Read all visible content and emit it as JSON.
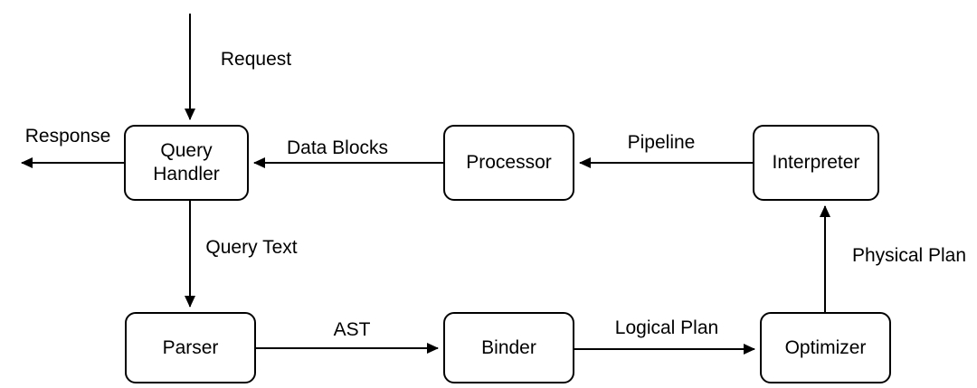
{
  "diagram": {
    "type": "flow-diagram",
    "colors": {
      "background": "#ffffff",
      "node_fill": "#ffffff",
      "node_stroke": "#000000",
      "text": "#000000",
      "arrow": "#000000"
    },
    "nodes": [
      {
        "id": "query-handler",
        "label": "Query Handler"
      },
      {
        "id": "processor",
        "label": "Processor"
      },
      {
        "id": "interpreter",
        "label": "Interpreter"
      },
      {
        "id": "parser",
        "label": "Parser"
      },
      {
        "id": "binder",
        "label": "Binder"
      },
      {
        "id": "optimizer",
        "label": "Optimizer"
      }
    ],
    "edges": [
      {
        "label": "Request",
        "from": "external",
        "to": "query-handler"
      },
      {
        "label": "Response",
        "from": "query-handler",
        "to": "external"
      },
      {
        "label": "Data Blocks",
        "from": "processor",
        "to": "query-handler"
      },
      {
        "label": "Pipeline",
        "from": "interpreter",
        "to": "processor"
      },
      {
        "label": "Query Text",
        "from": "query-handler",
        "to": "parser"
      },
      {
        "label": "AST",
        "from": "parser",
        "to": "binder"
      },
      {
        "label": "Logical Plan",
        "from": "binder",
        "to": "optimizer"
      },
      {
        "label": "Physical Plan",
        "from": "optimizer",
        "to": "interpreter"
      }
    ]
  }
}
